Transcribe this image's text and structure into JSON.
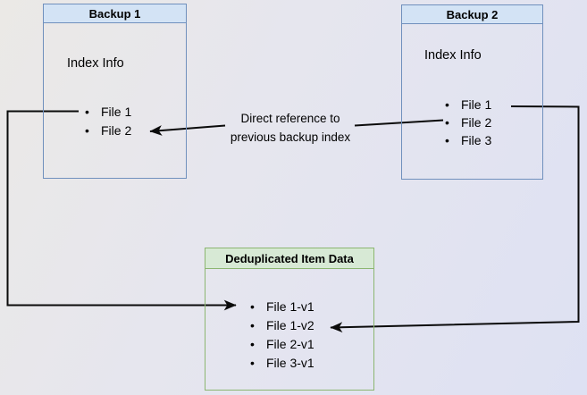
{
  "diagram": {
    "backup1": {
      "title": "Backup 1",
      "subtitle": "Index Info",
      "files": [
        "File 1",
        "File 2"
      ]
    },
    "backup2": {
      "title": "Backup 2",
      "subtitle": "Index Info",
      "files": [
        "File 1",
        "File 2",
        "File 3"
      ]
    },
    "dedup": {
      "title": "Deduplicated Item Data",
      "files": [
        "File 1-v1",
        "File 1-v2",
        "File 2-v1",
        "File 3-v1"
      ]
    },
    "edge_label": "Direct reference to previous backup index",
    "bullet_glyph": "•",
    "colors": {
      "blue_fill": "#d3e3f5",
      "blue_stroke": "#7090bd",
      "green_fill": "#d7e9d5",
      "green_stroke": "#8cb671",
      "arrow": "#0b0b0b",
      "bg_start": "#ebe9e6",
      "bg_end": "#dee1f3"
    }
  }
}
